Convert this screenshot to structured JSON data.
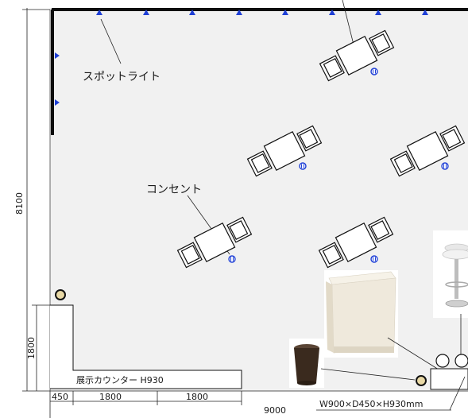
{
  "labels": {
    "spotlight": "スポットライト",
    "outlet": "コンセント",
    "counter": "展示カウンター H930",
    "counter_spec": "W900×D450×H930mm"
  },
  "dimensions": {
    "height_total": "8100",
    "height_counter": "1800",
    "width_total": "9000",
    "seg_450": "450",
    "seg_1800a": "1800",
    "seg_1800b": "1800"
  },
  "colors": {
    "wall": "#0d0d0d",
    "spotlight": "#1e3fd6",
    "outlet": "#1e3fd6",
    "floor": "#f1f1f1",
    "bin": "#3a2a1e",
    "counter_photo": "#efe9dc"
  },
  "icons": {
    "spotlight": "spotlight-triangle-icon",
    "outlet": "outlet-icon",
    "post": "floor-post-icon",
    "stool": "bar-stool-icon",
    "bin": "trash-bin-icon"
  }
}
